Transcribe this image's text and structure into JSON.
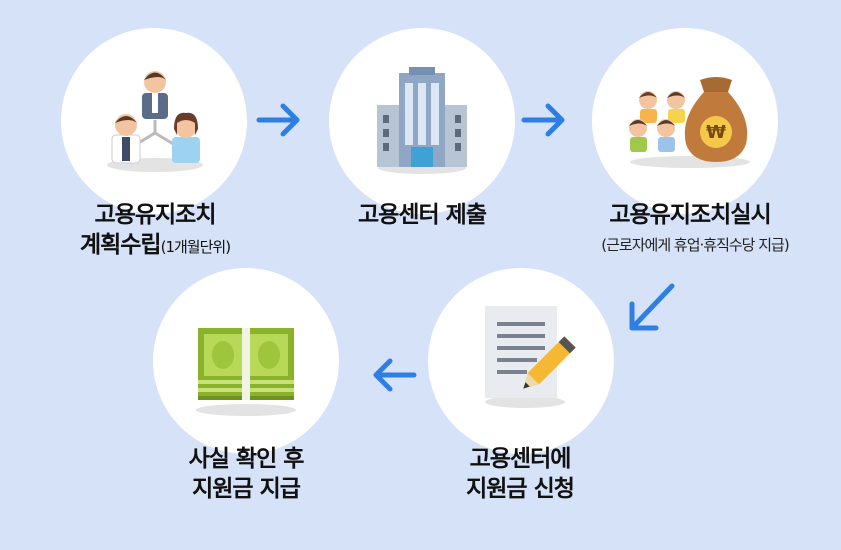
{
  "steps": [
    {
      "title": "고용유지조치",
      "title2": "계획수립",
      "note": "(1개월단위)",
      "icon": "people-org-icon"
    },
    {
      "title": "고용센터 제출",
      "icon": "building-icon"
    },
    {
      "title": "고용유지조치실시",
      "subtitle": "(근로자에게 휴업·휴직수당 지급)",
      "icon": "money-bag-people-icon",
      "bag_symbol": "₩"
    },
    {
      "title": "고용센터에",
      "title2": "지원금 신청",
      "icon": "document-pencil-icon"
    },
    {
      "title": "사실 확인 후",
      "title2": "지원금 지급",
      "icon": "cash-stack-icon"
    }
  ],
  "colors": {
    "background": "#d6e2f8",
    "circle": "#ffffff",
    "arrow": "#2d7fe3"
  }
}
